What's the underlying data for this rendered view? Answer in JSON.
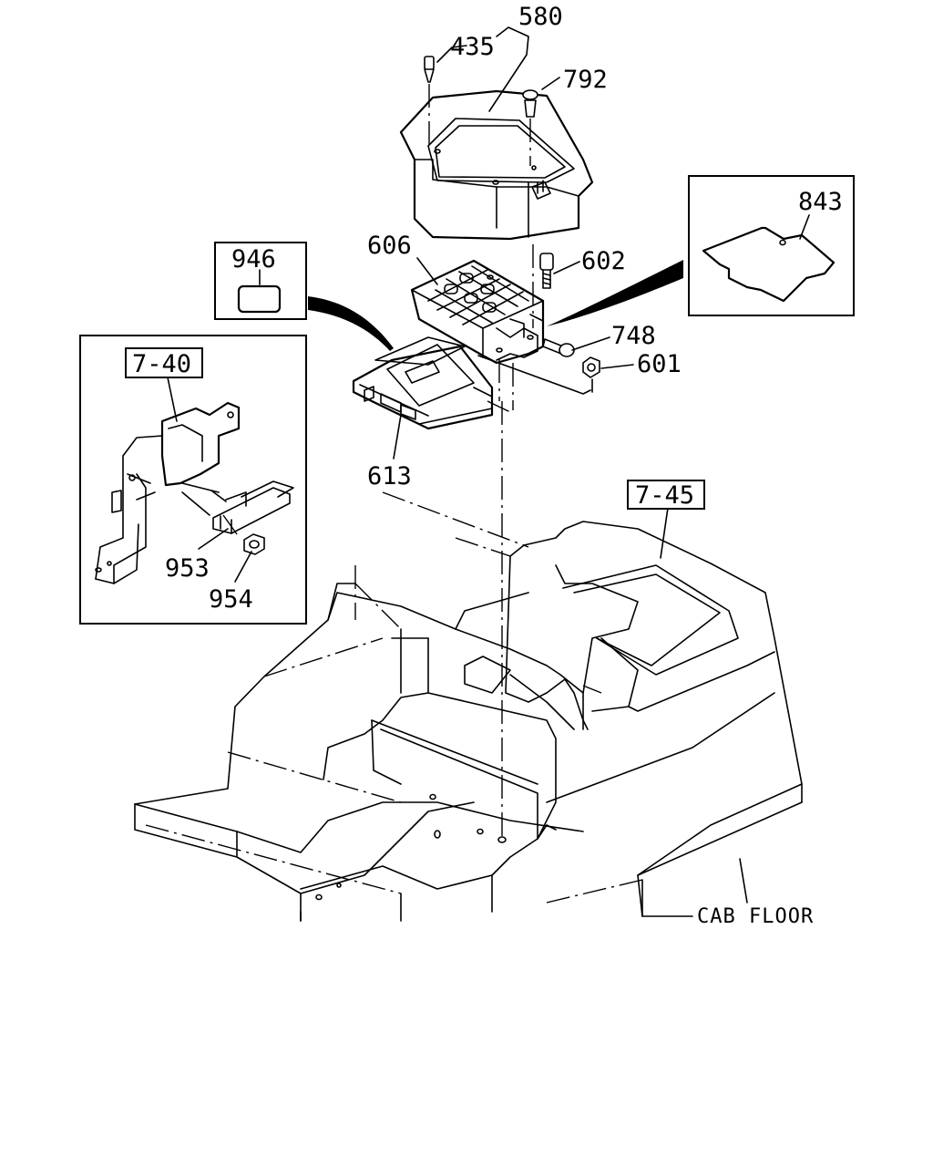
{
  "diagram": {
    "callouts": {
      "c580": "580",
      "c435": "435",
      "c792": "792",
      "c843": "843",
      "c606": "606",
      "c602": "602",
      "c946": "946",
      "c748": "748",
      "c601": "601",
      "c613": "613",
      "c953": "953",
      "c954": "954"
    },
    "references": {
      "ref_7_40": "7-40",
      "ref_7_45": "7-45"
    },
    "annotations": {
      "cab_floor": "CAB FLOOR"
    }
  }
}
